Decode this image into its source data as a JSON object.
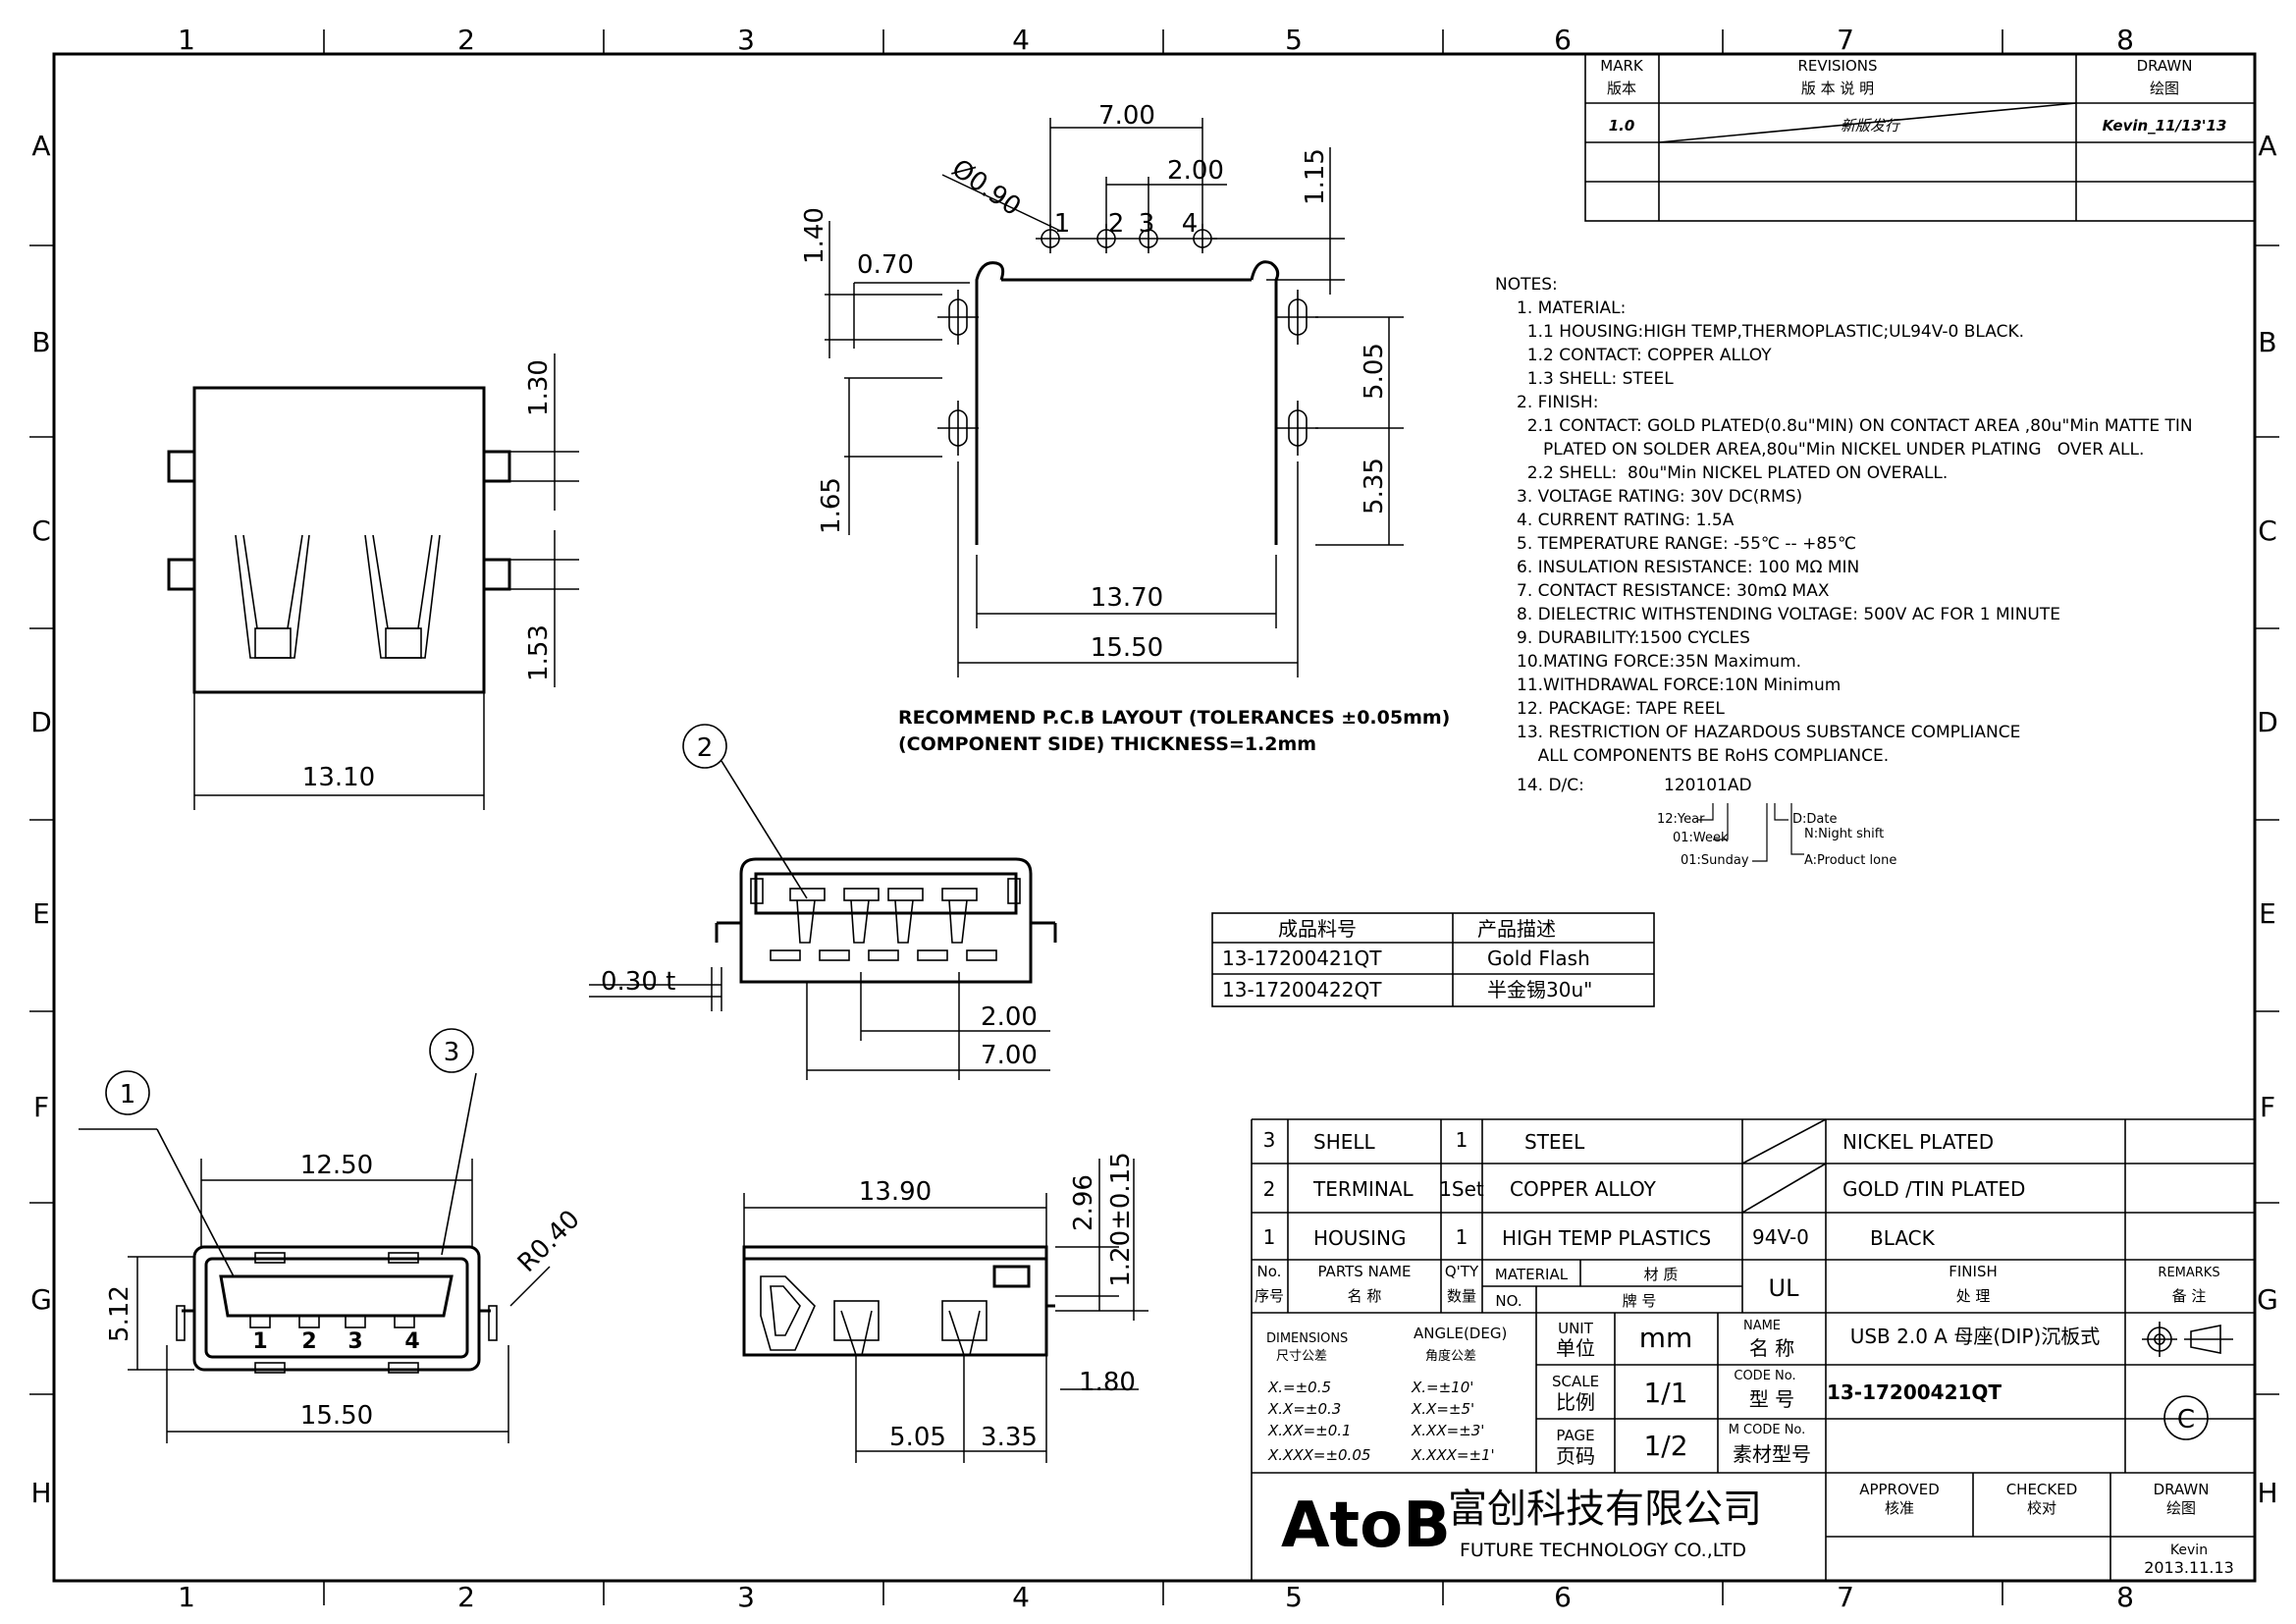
{
  "zones": {
    "columns": [
      "1",
      "2",
      "3",
      "4",
      "5",
      "6",
      "7",
      "8"
    ],
    "rows": [
      "A",
      "B",
      "C",
      "D",
      "E",
      "F",
      "G",
      "H"
    ]
  },
  "revisions": {
    "mark_label": "MARK",
    "mark_label_cn": "版本",
    "revisions_label": "REVISIONS",
    "revisions_label_cn": "版  本  说  明",
    "drawn_label": "DRAWN",
    "drawn_label_cn": "绘图",
    "mark": "1.0",
    "description": "新版发行",
    "drawn": "Kevin_11/13'13"
  },
  "dims": {
    "top": {
      "d700": "7.00",
      "d200": "2.00",
      "d115": "1.15",
      "dia": "Ø0.90",
      "d140": "1.40",
      "d070": "0.70",
      "d505": "5.05",
      "d535": "5.35",
      "d165": "1.65",
      "d1370": "13.70",
      "d1550": "15.50",
      "pin1": "1",
      "pin2": "2",
      "pin3": "3",
      "pin4": "4"
    },
    "front": {
      "d130": "1.30",
      "d153": "1.53",
      "d1310": "13.10"
    },
    "mid": {
      "d030": "0.30 t",
      "d200": "2.00",
      "d700": "7.00",
      "callout2": "2"
    },
    "bottom": {
      "d1250": "12.50",
      "d1550": "15.50",
      "d512": "5.12",
      "r040": "R0.40",
      "callout1": "1",
      "callout3": "3",
      "pin1": "1",
      "pin2": "2",
      "pin3": "3",
      "pin4": "4"
    },
    "side": {
      "d1390": "13.90",
      "d296": "2.96",
      "d120": "1.20±0.15",
      "d180": "1.80",
      "d505": "5.05",
      "d335": "3.35"
    }
  },
  "pcb_caption": {
    "line1": "RECOMMEND P.C.B LAYOUT (TOLERANCES ±0.05mm)",
    "line2": "(COMPONENT SIDE)   THICKNESS=1.2mm"
  },
  "notes": {
    "title": "NOTES:",
    "lines": [
      "1. MATERIAL:",
      "  1.1 HOUSING:HIGH TEMP,THERMOPLASTIC;UL94V-0 BLACK.",
      "  1.2 CONTACT: COPPER ALLOY",
      "  1.3 SHELL: STEEL",
      "2. FINISH:",
      "  2.1 CONTACT: GOLD PLATED(0.8u\"MIN) ON CONTACT AREA ,80u\"Min MATTE TIN",
      "     PLATED ON SOLDER AREA,80u\"Min NICKEL UNDER PLATING   OVER ALL.",
      "  2.2 SHELL:  80u\"Min NICKEL PLATED ON OVERALL.",
      "3. VOLTAGE RATING: 30V DC(RMS)",
      "4. CURRENT RATING: 1.5A",
      "5. TEMPERATURE RANGE: -55℃ -- +85℃",
      "6. INSULATION RESISTANCE: 100 MΩ MIN",
      "7. CONTACT RESISTANCE: 30mΩ MAX",
      "8. DIELECTRIC WITHSTENDING VOLTAGE: 500V AC FOR 1 MINUTE",
      "9. DURABILITY:1500 CYCLES",
      "10.MATING FORCE:35N Maximum.",
      "11.WITHDRAWAL FORCE:10N Minimum",
      "12. PACKAGE: TAPE REEL",
      "13. RESTRICTION OF HAZARDOUS SUBSTANCE COMPLIANCE",
      "    ALL COMPONENTS BE RoHS COMPLIANCE.",
      "14. D/C:"
    ],
    "dc_code": "120101AD",
    "dc_year": "12:Year",
    "dc_week": "01:Week",
    "dc_sunday": "01:Sunday",
    "dc_date": "D:Date",
    "dc_night": "N:Night shift",
    "dc_line": "A:Product lone"
  },
  "part_table": {
    "header_pn": "成品料号",
    "header_desc": "产品描述",
    "rows": [
      {
        "pn": "13-17200421QT",
        "desc": "Gold Flash"
      },
      {
        "pn": "13-17200422QT",
        "desc": "半金锡30u\""
      }
    ]
  },
  "bom": {
    "rows": [
      {
        "no": "3",
        "name": "SHELL",
        "qty": "1",
        "material": "STEEL",
        "grade": "",
        "finish": "NICKEL PLATED"
      },
      {
        "no": "2",
        "name": "TERMINAL",
        "qty": "1Set",
        "material": "COPPER ALLOY",
        "grade": "",
        "finish": "GOLD /TIN PLATED"
      },
      {
        "no": "1",
        "name": "HOUSING",
        "qty": "1",
        "material": "HIGH TEMP PLASTICS",
        "grade": "94V-0",
        "finish": "BLACK"
      }
    ],
    "h_no": "No.",
    "h_no_cn": "序号",
    "h_name": "PARTS NAME",
    "h_name_cn": "名  称",
    "h_qty": "Q'TY",
    "h_qty_cn": "数量",
    "h_material": "MATERIAL",
    "h_material_cn": "材  质",
    "h_no2": "NO.",
    "h_brand_cn": "牌  号",
    "h_ul": "UL",
    "h_finish": "FINISH",
    "h_finish_cn": "处  理",
    "h_remarks": "REMARKS",
    "h_remarks_cn": "备  注"
  },
  "title_block": {
    "dimensions_label": "DIMENSIONS",
    "dimensions_cn": "尺寸公差",
    "angle_label": "ANGLE(DEG)",
    "angle_cn": "角度公差",
    "tol1": "X.=±0.5",
    "tol2": "X.X=±0.3",
    "tol3": "X.XX=±0.1",
    "tol4": "X.XXX=±0.05",
    "ang1": "X.=±10'",
    "ang2": "X.X=±5'",
    "ang3": "X.XX=±3'",
    "ang4": "X.XXX=±1'",
    "unit_label": "UNIT",
    "unit_cn": "单位",
    "unit": "mm",
    "scale_label": "SCALE",
    "scale_cn": "比例",
    "scale": "1/1",
    "page_label": "PAGE",
    "page_cn": "页码",
    "page": "1/2",
    "name_label": "NAME",
    "name_cn": "名  称",
    "name": "USB 2.0 A 母座(DIP)沉板式",
    "code_label": "CODE No.",
    "code_cn": "型  号",
    "code": "13-17200421QT",
    "mcode_label": "M CODE No.",
    "mcode_cn": "素材型号",
    "company_logo": "AtoB",
    "company_cn": "富创科技有限公司",
    "company_en": "FUTURE TECHNOLOGY CO.,LTD",
    "approved_label": "APPROVED",
    "approved_cn": "核准",
    "checked_label": "CHECKED",
    "checked_cn": "校对",
    "drawn_label": "DRAWN",
    "drawn_cn": "绘图",
    "drawn_by": "Kevin",
    "drawn_date": "2013.11.13",
    "rev_letter": "C"
  }
}
